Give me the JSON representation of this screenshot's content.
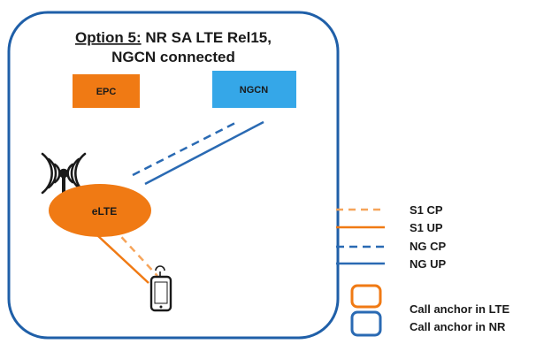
{
  "title": {
    "line1_prefix": "Option 5:",
    "line1_rest": " NR SA LTE Rel15,",
    "line2": "NGCN connected"
  },
  "nodes": {
    "epc": {
      "label": "EPC",
      "color": "#f07a14"
    },
    "ngcn": {
      "label": "NGCN",
      "color": "#35a7e8"
    },
    "elte": {
      "label": "eLTE",
      "color": "#f07a14"
    }
  },
  "legend": {
    "items": [
      {
        "label": "S1 CP",
        "color": "#f6a45a",
        "style": "dashed"
      },
      {
        "label": "S1 UP",
        "color": "#f07a14",
        "style": "solid"
      },
      {
        "label": "NG CP",
        "color": "#2a6ab3",
        "style": "dashed"
      },
      {
        "label": "NG UP",
        "color": "#2a6ab3",
        "style": "solid"
      }
    ],
    "anchors": [
      {
        "label": "Call anchor in LTE",
        "color": "#f07a14"
      },
      {
        "label": "Call anchor in NR",
        "color": "#2a6ab3"
      }
    ]
  },
  "colors": {
    "frame": "#1f5fa8",
    "text": "#1a1a1a"
  }
}
